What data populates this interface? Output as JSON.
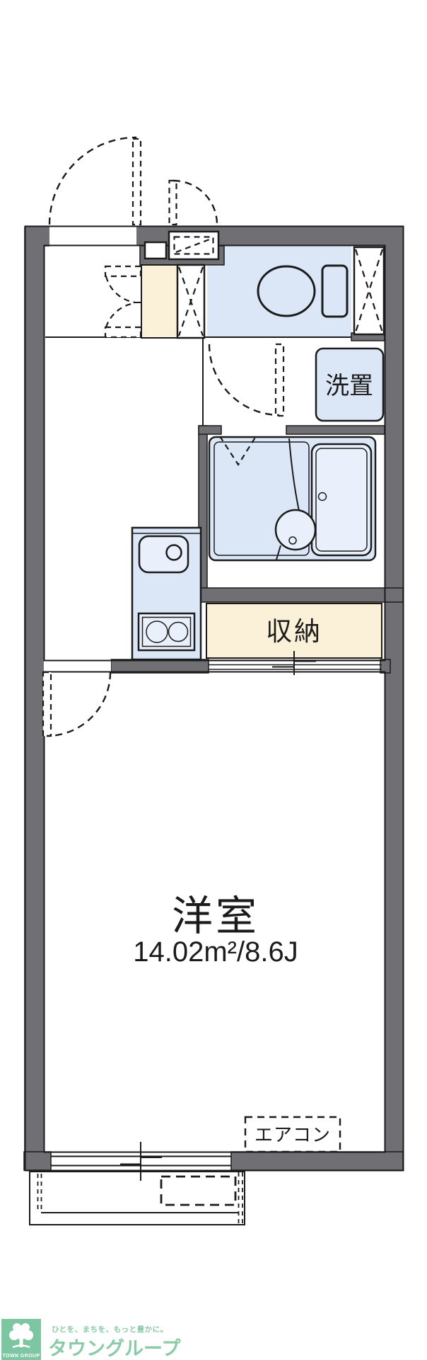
{
  "colors": {
    "wall": "#6f6f74",
    "line": "#1b1b1b",
    "room-blue": "#dbe7f6",
    "room-blue-light": "#eaf0fb",
    "cream": "#fbf1d8",
    "logo-green": "#7cc6a1",
    "logo-green-text": "#8acaa7"
  },
  "plan": {
    "storage_label": "収納",
    "washer_label": "洗置",
    "aircon_label": "エアコン",
    "main_room": {
      "label": "洋室",
      "area": "14.02m²/8.6J"
    }
  },
  "footer": {
    "tagline": "ひとを、まちを、もっと豊かに。",
    "brand": "タウングループ",
    "brand_en": "TOWN GROUP"
  }
}
